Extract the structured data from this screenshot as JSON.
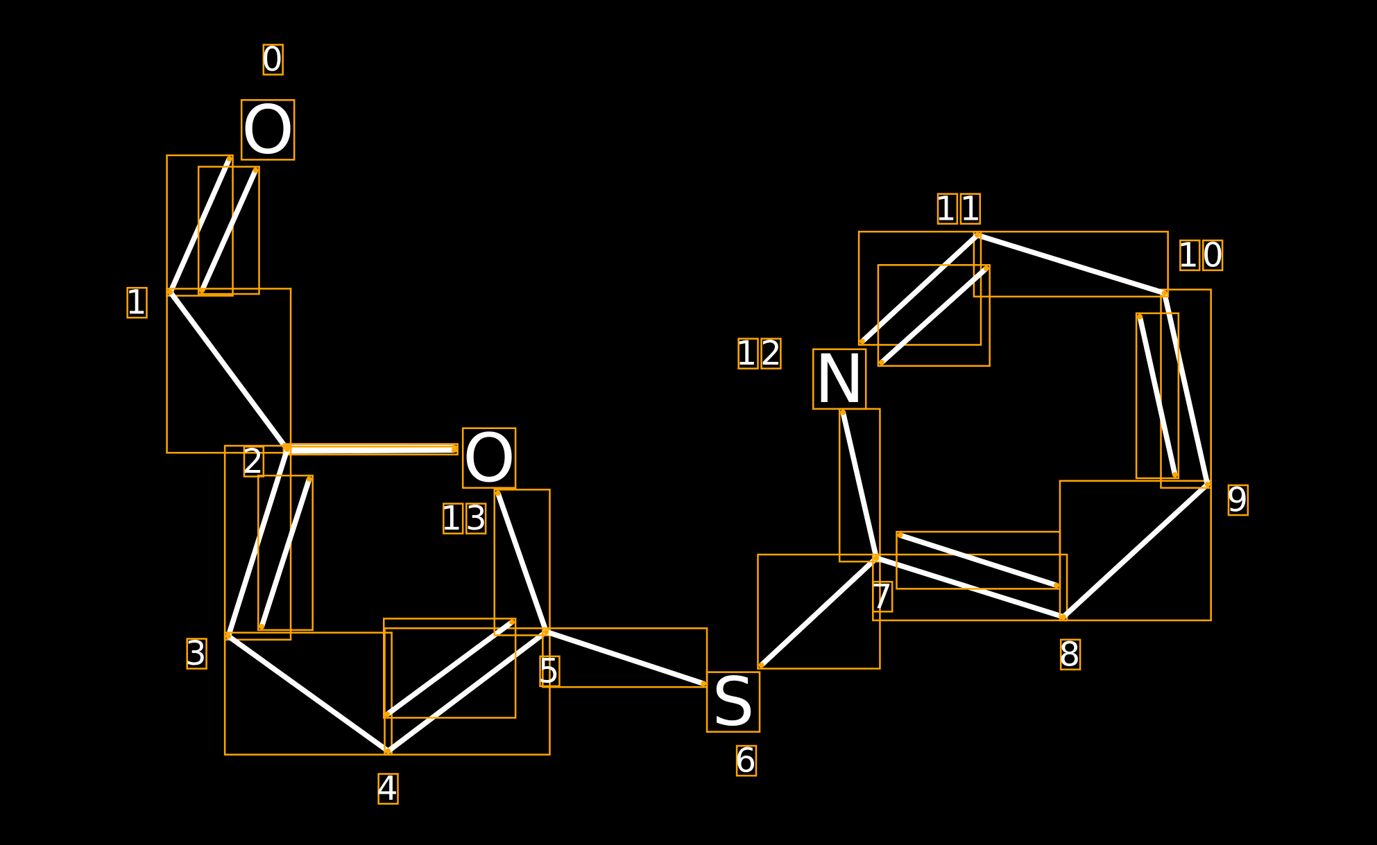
{
  "diagram": {
    "title": "Molecule with atom index annotations",
    "atoms": [
      {
        "symbol": "O",
        "index_label": "0"
      },
      {
        "symbol": "",
        "index_label": "1"
      },
      {
        "symbol": "",
        "index_label": "2"
      },
      {
        "symbol": "",
        "index_label": "3"
      },
      {
        "symbol": "",
        "index_label": "4"
      },
      {
        "symbol": "",
        "index_label": "5"
      },
      {
        "symbol": "S",
        "index_label": "6"
      },
      {
        "symbol": "",
        "index_label": "7"
      },
      {
        "symbol": "",
        "index_label": "8"
      },
      {
        "symbol": "",
        "index_label": "9"
      },
      {
        "symbol": "",
        "index_label": "10"
      },
      {
        "symbol": "",
        "index_label": "11"
      },
      {
        "symbol": "N",
        "index_label": "12"
      },
      {
        "symbol": "O",
        "index_label": "13"
      }
    ],
    "colors": {
      "background": "#000000",
      "bond": "#FFFFFF",
      "annotation": "#FFA500"
    }
  }
}
